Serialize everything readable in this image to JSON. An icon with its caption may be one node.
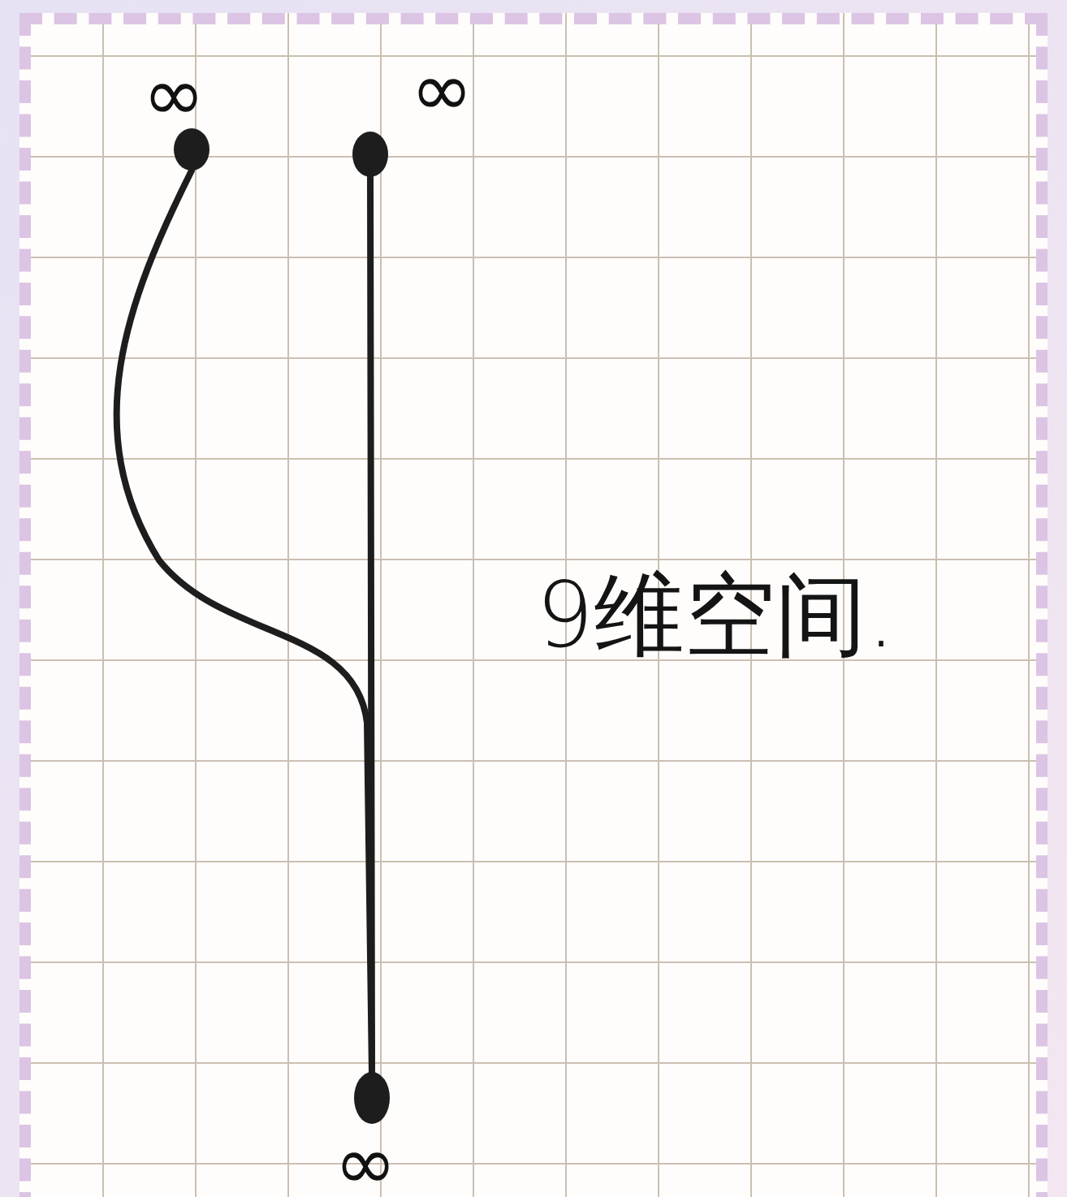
{
  "diagram": {
    "nodes": [
      {
        "text": [],
        "shape": "circle",
        "beside": [
          "∞"
        ]
      },
      {
        "text": [],
        "shape": "circle",
        "beside": [
          "∞"
        ]
      },
      {
        "text": [],
        "shape": "circle",
        "beside": [
          "∞"
        ]
      }
    ],
    "edges": [
      {
        "from": 0,
        "to": 2,
        "arrow": "none"
      },
      {
        "from": 1,
        "to": 2,
        "arrow": "none"
      }
    ],
    "labels": [
      "9维空间."
    ]
  }
}
